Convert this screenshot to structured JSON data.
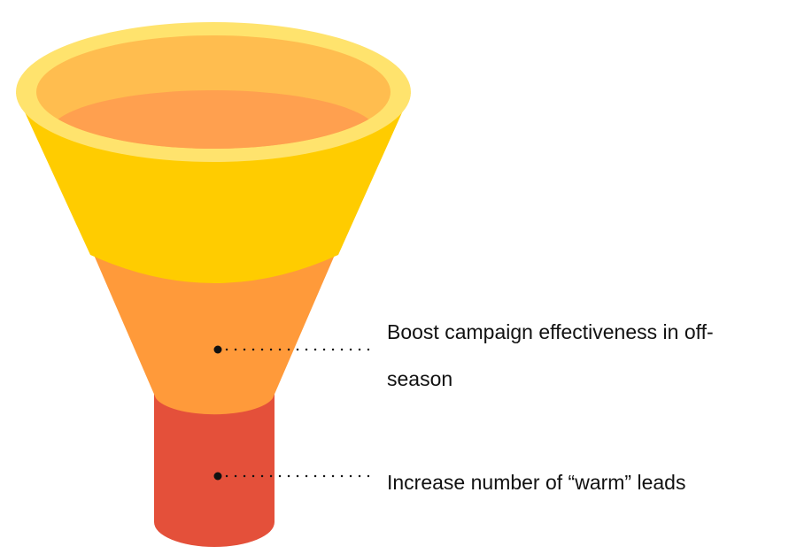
{
  "colors": {
    "rim_outer": "#ffe36d",
    "rim_inner": "#ffbd4f",
    "liquid": "#ffa04f",
    "top_band": "#ffcc00",
    "middle_band": "#ff9a3a",
    "spout": "#e4503a",
    "leader_line": "#111111",
    "text": "#111111"
  },
  "callouts": [
    {
      "text": "Boost campaign effectiveness in off-season",
      "target": "middle-band"
    },
    {
      "text": "Increase number of “warm” leads",
      "target": "spout"
    }
  ]
}
